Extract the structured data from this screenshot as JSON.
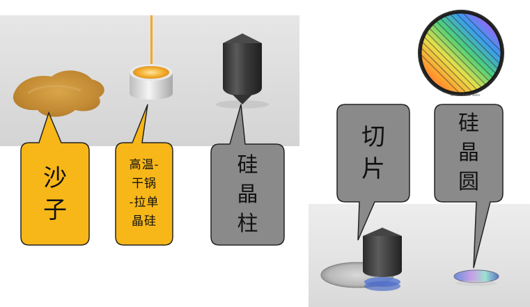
{
  "callouts": {
    "sand": "沙\n子",
    "crucible": "高温-\n干锅\n-拉单\n晶硅",
    "ingot": "硅\n晶\n柱",
    "slicing": "切\n片",
    "wafer": "硅\n晶\n圆"
  },
  "wafer_image_caption": "Semiconductor Wafer",
  "colors": {
    "sand_bubble": "#f7b718",
    "gray_bubble": "#8a8a8a",
    "bubble_border": "#222222",
    "sand": "#c9943a",
    "ingot": "#3d3d3d",
    "molten": "#f3a21c"
  }
}
